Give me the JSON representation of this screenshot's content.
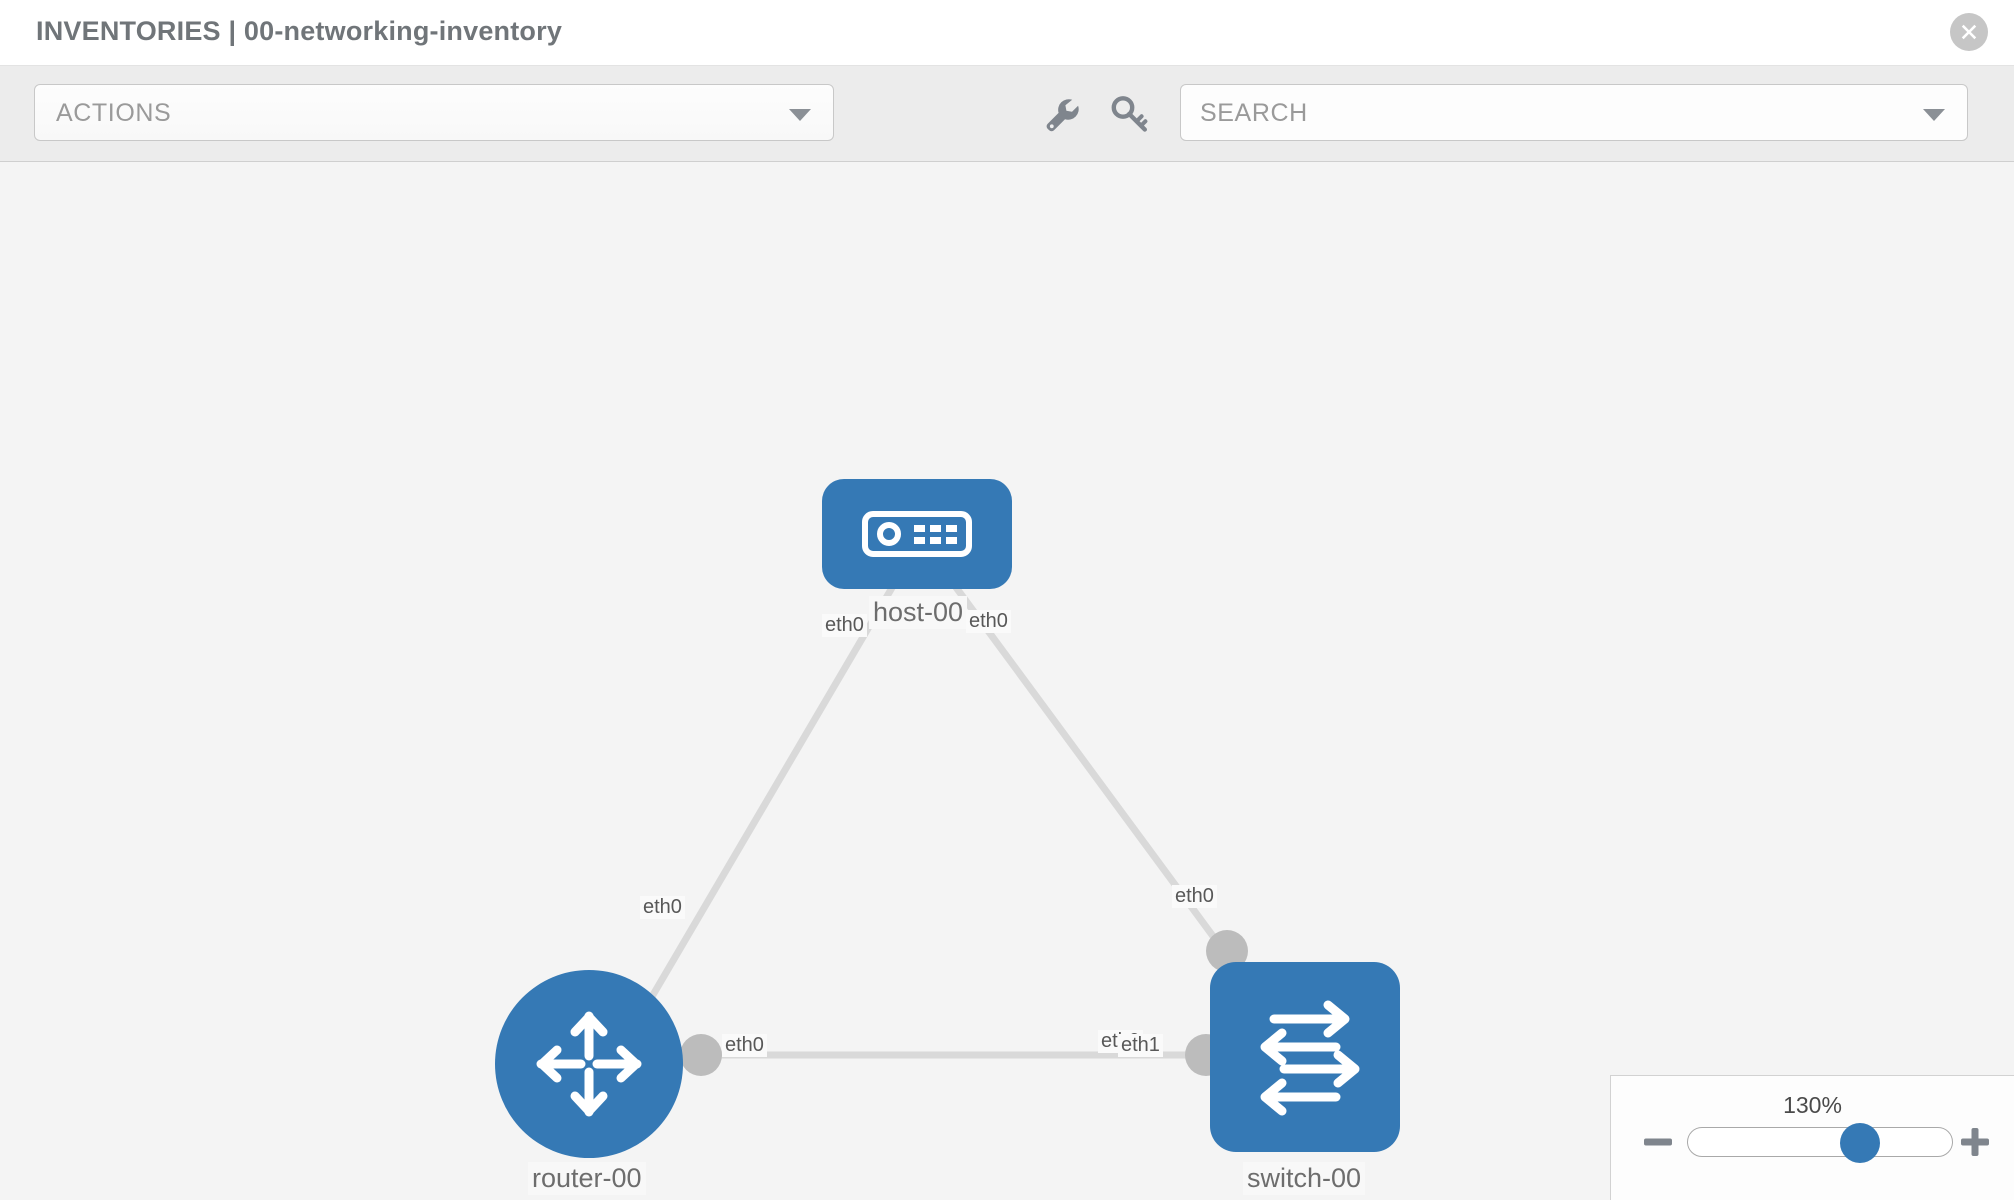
{
  "header": {
    "title": "INVENTORIES | 00-networking-inventory",
    "close_label": "×"
  },
  "toolbar": {
    "actions_label": "ACTIONS",
    "actions_caret": "chevron-down-icon",
    "wrench_icon": "wrench-icon",
    "key_icon": "key-icon",
    "search_placeholder": "SEARCH",
    "search_value": "",
    "search_caret": "chevron-down-icon"
  },
  "zoom_control": {
    "value_label": "130%",
    "percent": 130,
    "minus_label": "−",
    "plus_label": "+",
    "thumb_position_pct": 68
  },
  "colors": {
    "node_blue": "#3579b5",
    "link_gray": "#d9d9d9",
    "endpoint_gray": "#bcbcbc",
    "canvas_bg": "#f4f4f4",
    "toolbar_bg": "#ececec",
    "title_gray": "#707579"
  },
  "topology": {
    "nodes": [
      {
        "id": "host-00",
        "label": "host-00",
        "icon": "server-icon",
        "shape": "rounded-rect"
      },
      {
        "id": "router-00",
        "label": "router-00",
        "icon": "router-icon",
        "shape": "circle"
      },
      {
        "id": "switch-00",
        "label": "switch-00",
        "icon": "switch-icon",
        "shape": "rounded-square"
      }
    ],
    "links": [
      {
        "from": "host-00",
        "to": "router-00",
        "from_port": "eth0",
        "to_port": "eth0"
      },
      {
        "from": "host-00",
        "to": "switch-00",
        "from_port": "eth0",
        "to_port": "eth0"
      },
      {
        "from": "router-00",
        "to": "switch-00",
        "from_port": "eth0",
        "to_port": "eth1",
        "overlap_port": "eth0"
      }
    ],
    "port_labels": {
      "host_left": "eth0",
      "host_right": "eth0",
      "router_up": "eth0",
      "switch_up": "eth0",
      "router_right": "eth0",
      "switch_left_hidden": "eth0",
      "switch_left": "eth1"
    }
  }
}
